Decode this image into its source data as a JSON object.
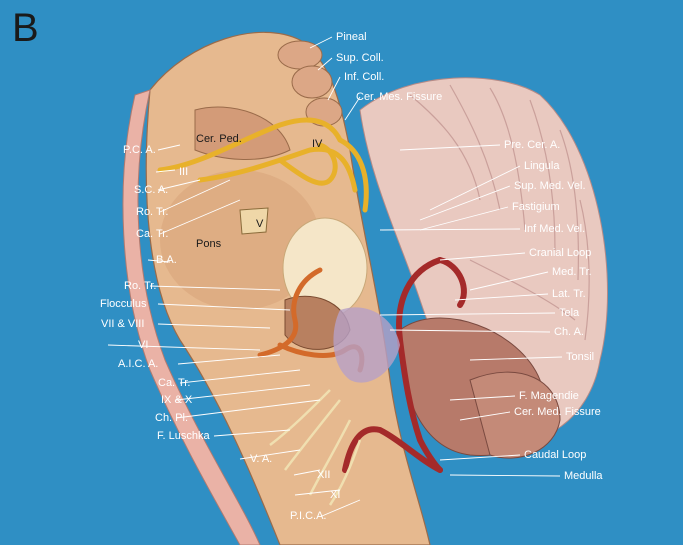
{
  "panel_letter": "B",
  "labels_left": [
    "P.C. A.",
    "III",
    "S.C. A.",
    "Ro. Tr.",
    "Ca. Tr.",
    "B.A.",
    "Ro. Tr.",
    "Flocculus",
    "VII & VIII",
    "VI",
    "A.I.C. A.",
    "Ca. Tr.",
    "IX & X",
    "Ch. Pl.",
    "F. Luschka",
    "V. A.",
    "XII",
    "XI",
    "P.I.C.A."
  ],
  "labels_right": [
    "Pineal",
    "Sup. Coll.",
    "Inf. Coll.",
    "Cer. Mes. Fissure",
    "Pre. Cer. A.",
    "Lingula",
    "Sup. Med. Vel.",
    "Fastigium",
    "Inf Med. Vel.",
    "Cranial Loop",
    "Med. Tr.",
    "Lat. Tr.",
    "Tela",
    "Ch. A.",
    "Tonsil",
    "F. Magendie",
    "Cer. Med. Fissure",
    "Caudal Loop",
    "Medulla"
  ],
  "labels_in_art": [
    "Cer. Ped.",
    "IV",
    "V",
    "Pons"
  ]
}
